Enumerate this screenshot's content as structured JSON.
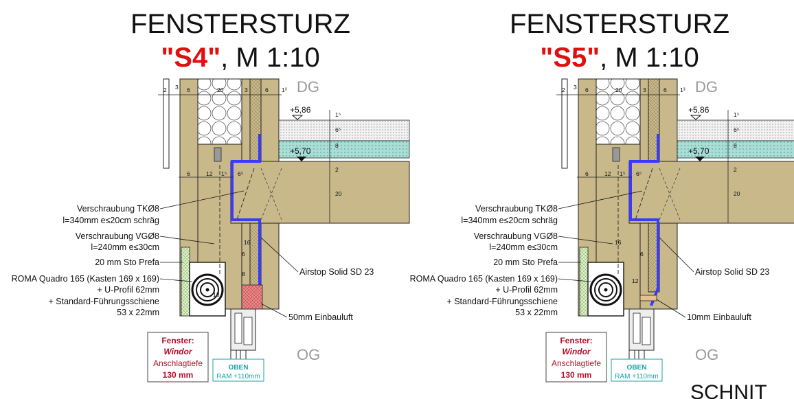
{
  "panels": [
    {
      "title": "FENSTERSTURZ",
      "label_code": "\"S4\"",
      "label_scale": ", M 1:10",
      "level_top": "DG",
      "level_bottom": "OG",
      "elev_top": "+5,86",
      "elev_floor": "+5,70",
      "callouts": {
        "screw1_a": "Verschraubung TKØ8",
        "screw1_b": "l=340mm e≤20cm schräg",
        "screw2_a": "Verschraubung VGØ8",
        "screw2_b": "l=240mm e≤30cm",
        "prefa": "20 mm Sto Prefa",
        "roma_a": "ROMA Quadro 165 (Kasten 169 x 169)",
        "roma_b": "+ U-Profil 62mm",
        "roma_c": "+ Standard-Führungsschiene",
        "roma_d": "53 x 22mm",
        "airstop": "Airstop Solid SD 23",
        "einbauluft": "50mm Einbauluft"
      },
      "dims_top": [
        "2",
        "3",
        "6",
        "20",
        "3",
        "6",
        "1³"
      ],
      "dims_mid": [
        "6",
        "12",
        "1⁵",
        "6⁵"
      ],
      "dims_side": [
        "1⁵",
        "6⁵",
        "8",
        "2",
        "20"
      ],
      "dims_misc": [
        "16",
        "6",
        "8",
        "13"
      ],
      "fenster_box": {
        "title": "Fenster:",
        "brand": "Windor",
        "label": "Anschlagtiefe",
        "value": "130 mm"
      },
      "oben_box": {
        "title": "OBEN",
        "sub": "RAM +110mm"
      }
    },
    {
      "title": "FENSTERSTURZ",
      "label_code": "\"S5\"",
      "label_scale": ", M 1:10",
      "level_top": "DG",
      "level_bottom": "OG",
      "elev_top": "+5,86",
      "elev_floor": "+5,70",
      "callouts": {
        "screw1_a": "Verschraubung TKØ8",
        "screw1_b": "l=340mm e≤20cm schräg",
        "screw2_a": "Verschraubung VGØ8",
        "screw2_b": "l=240mm e≤30cm",
        "prefa": "20 mm Sto Prefa",
        "roma_a": "ROMA Quadro 165 (Kasten 169 x 169)",
        "roma_b": "+ U-Profil 62mm",
        "roma_c": "+ Standard-Führungsschiene",
        "roma_d": "53 x 22mm",
        "airstop": "Airstop Solid SD 23",
        "einbauluft": "10mm Einbauluft"
      },
      "dims_top": [
        "2",
        "3",
        "6",
        "20",
        "3",
        "6",
        "1³"
      ],
      "dims_mid": [
        "6",
        "12",
        "1⁵",
        "6⁵"
      ],
      "dims_side": [
        "1⁵",
        "6⁵",
        "8",
        "2",
        "20"
      ],
      "dims_misc": [
        "16",
        "6",
        "12"
      ],
      "fenster_box": {
        "title": "Fenster:",
        "brand": "Windor",
        "label": "Anschlagtiefe",
        "value": "130 mm"
      },
      "oben_box": {
        "title": "OBEN",
        "sub": "RAM +110mm"
      }
    }
  ],
  "footer_text": "SCHNIT",
  "colors": {
    "wood": "#c8b88a",
    "wood_dark": "#a89a6a",
    "insulation": "#ffffff",
    "screed": "#a9ddd6",
    "membrane": "#3a3aff",
    "red_fill": "#e07070",
    "title_red": "#e01010"
  }
}
